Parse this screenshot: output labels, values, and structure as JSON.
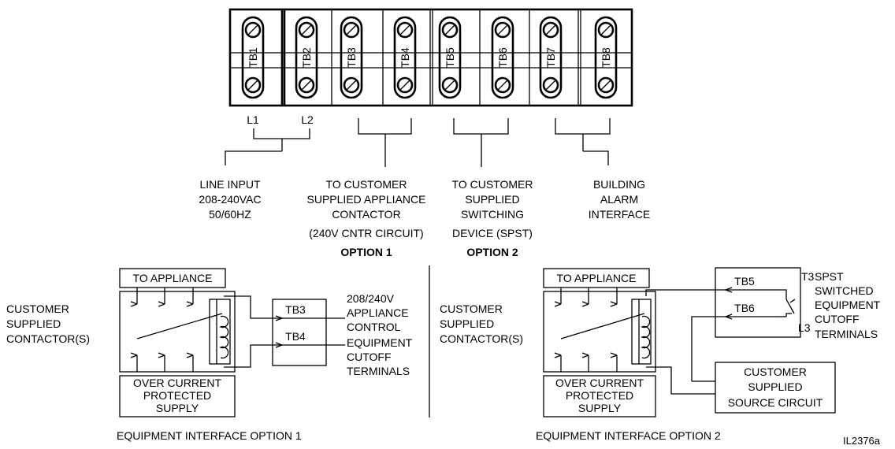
{
  "terminal_block": {
    "terminals": [
      "TB1",
      "TB2",
      "TB3",
      "TB4",
      "TB5",
      "TB6",
      "TB7",
      "TB8"
    ],
    "lead_labels": [
      "L1",
      "L2"
    ]
  },
  "connections": {
    "line_input": [
      "LINE INPUT",
      "208-240VAC",
      "50/60HZ"
    ],
    "appliance_contactor": [
      "TO CUSTOMER",
      "SUPPLIED APPLIANCE",
      "CONTACTOR",
      "(240V CNTR CIRCUIT)"
    ],
    "option1_label": "OPTION 1",
    "switching_device": [
      "TO CUSTOMER",
      "SUPPLIED",
      "SWITCHING",
      "DEVICE (SPST)"
    ],
    "option2_label": "OPTION 2",
    "building_alarm": [
      "BUILDING",
      "ALARM",
      "INTERFACE"
    ]
  },
  "option1": {
    "to_appliance": "TO APPLIANCE",
    "contactor_label": [
      "CUSTOMER",
      "SUPPLIED",
      "CONTACTOR(S)"
    ],
    "supply_label": [
      "OVER CURRENT",
      "PROTECTED",
      "SUPPLY"
    ],
    "tb_a": "TB3",
    "tb_b": "TB4",
    "terminals_label": [
      "208/240V",
      "APPLIANCE",
      "CONTROL",
      "EQUIPMENT",
      "CUTOFF",
      "TERMINALS"
    ],
    "caption": "EQUIPMENT INTERFACE OPTION 1"
  },
  "option2": {
    "to_appliance": "TO APPLIANCE",
    "contactor_label": [
      "CUSTOMER",
      "SUPPLIED",
      "CONTACTOR(S)"
    ],
    "supply_label": [
      "OVER CURRENT",
      "PROTECTED",
      "SUPPLY"
    ],
    "tb_a": "TB5",
    "tb_b": "TB6",
    "t3": "T3",
    "l3": "L3",
    "terminals_label": [
      "SPST",
      "SWITCHED",
      "EQUIPMENT",
      "CUTOFF",
      "TERMINALS"
    ],
    "source_label": [
      "CUSTOMER",
      "SUPPLIED",
      "SOURCE CIRCUIT"
    ],
    "caption": "EQUIPMENT INTERFACE OPTION 2"
  },
  "figure_id": "IL2376a"
}
